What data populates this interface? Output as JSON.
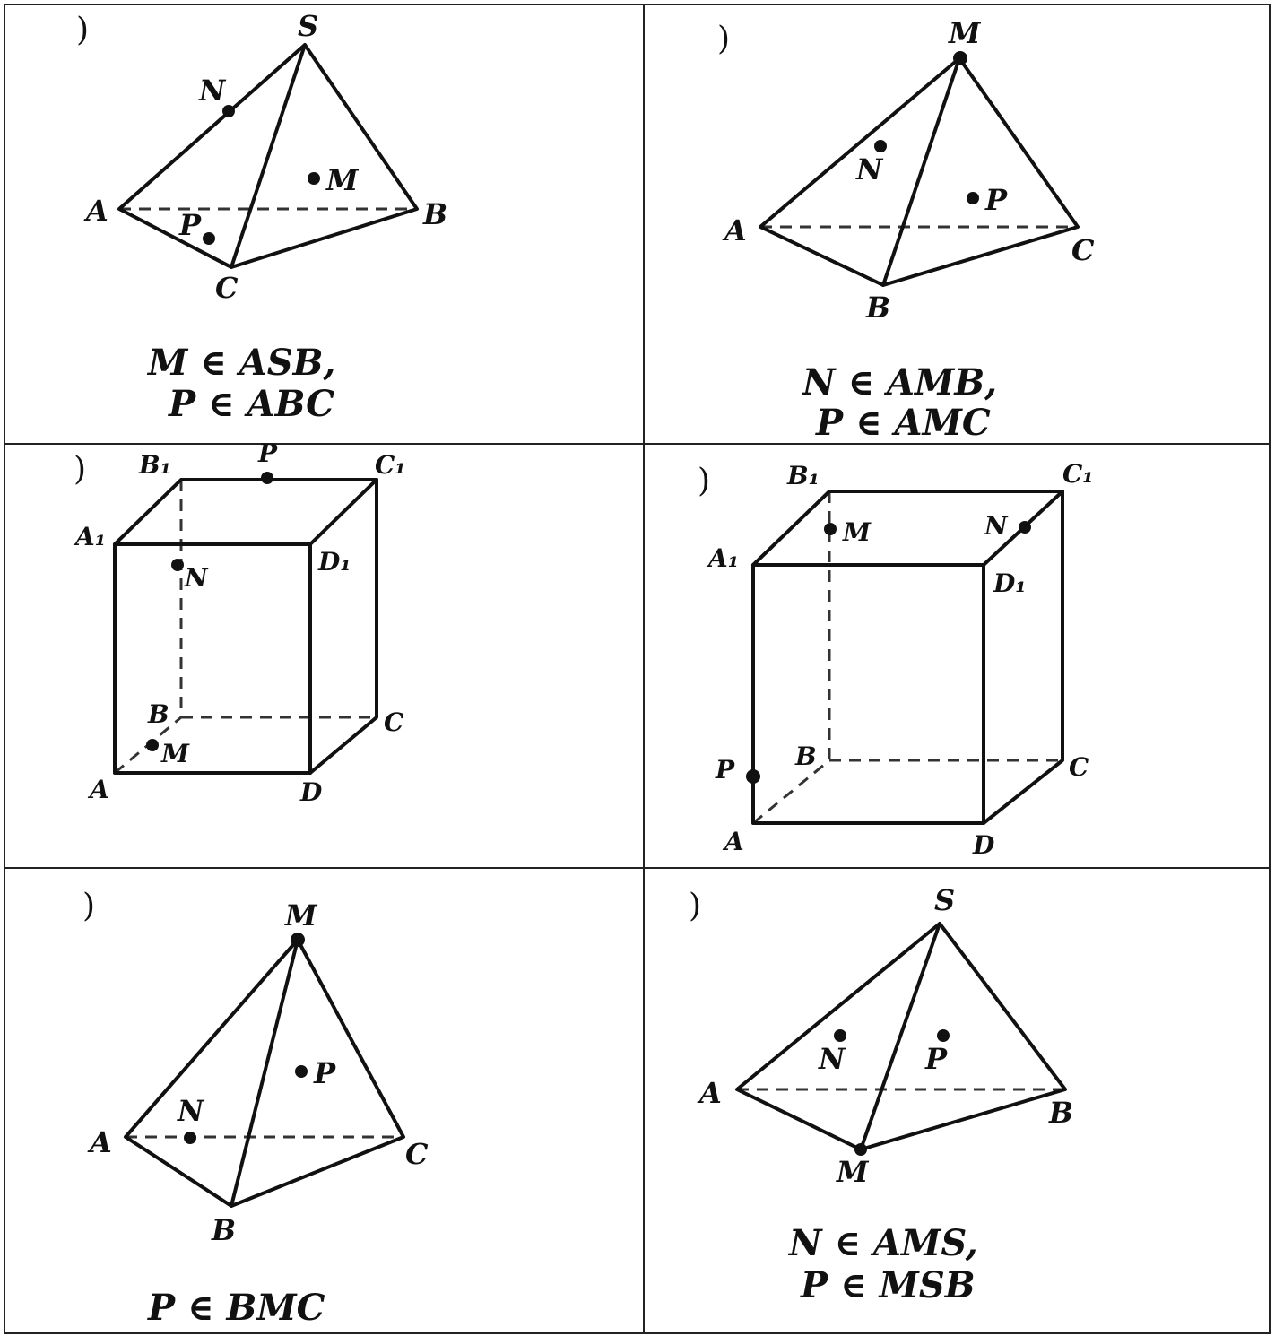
{
  "panels": [
    {
      "id": "p1",
      "paren": ")",
      "labels": {
        "S": "S",
        "N": "N",
        "M": "M",
        "A": "A",
        "B": "B",
        "P": "P",
        "C": "C"
      },
      "caption": [
        "M ∈ ASB,",
        "P ∈ ABC"
      ]
    },
    {
      "id": "p2",
      "paren": ")",
      "labels": {
        "M": "M",
        "N": "N",
        "P": "P",
        "A": "A",
        "C": "C",
        "B": "B"
      },
      "caption": [
        "N ∈ AMB,",
        "P ∈ AMC"
      ]
    },
    {
      "id": "p3",
      "paren": ")",
      "labels": {
        "B1": "B₁",
        "P": "P",
        "C1": "C₁",
        "A1": "A₁",
        "D1": "D₁",
        "N": "N",
        "B": "B",
        "C": "C",
        "M": "M",
        "A": "A",
        "D": "D"
      }
    },
    {
      "id": "p4",
      "paren": ")",
      "labels": {
        "B1": "B₁",
        "C1": "C₁",
        "M": "M",
        "N": "N",
        "A1": "A₁",
        "D1": "D₁",
        "B": "B",
        "C": "C",
        "P": "P",
        "A": "A",
        "D": "D"
      }
    },
    {
      "id": "p5",
      "paren": ")",
      "labels": {
        "M": "M",
        "P": "P",
        "N": "N",
        "A": "A",
        "C": "C",
        "B": "B"
      },
      "caption": [
        "P ∈ BMC"
      ]
    },
    {
      "id": "p6",
      "paren": ")",
      "labels": {
        "S": "S",
        "N": "N",
        "P": "P",
        "A": "A",
        "B": "B",
        "M": "M"
      },
      "caption": [
        "N ∈ AMS,",
        "P ∈ MSB"
      ]
    }
  ]
}
